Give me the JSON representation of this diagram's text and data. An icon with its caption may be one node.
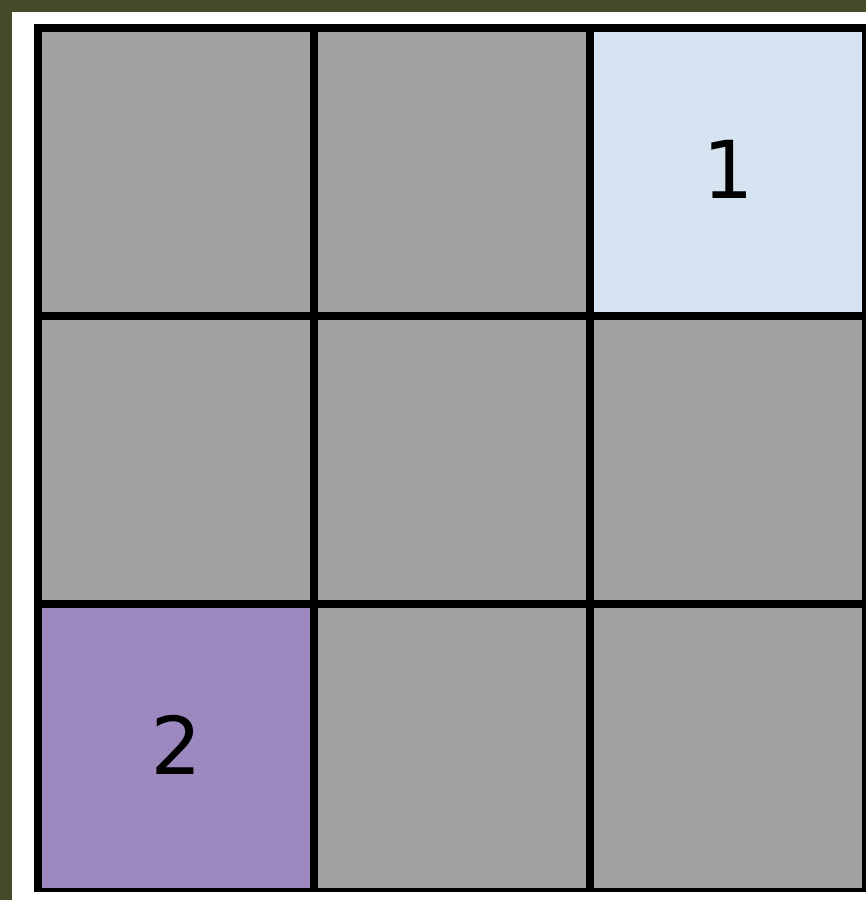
{
  "diagram": {
    "nodes": [
      {
        "text": [],
        "shape": "box"
      },
      {
        "text": [],
        "shape": "box"
      },
      {
        "text": [
          "1"
        ]
      },
      {
        "text": [],
        "shape": "box"
      },
      {
        "text": [],
        "shape": "box"
      },
      {
        "text": [],
        "shape": "box"
      },
      {
        "text": [
          "2"
        ]
      },
      {
        "text": [],
        "shape": "box"
      },
      {
        "text": [],
        "shape": "box"
      }
    ]
  }
}
